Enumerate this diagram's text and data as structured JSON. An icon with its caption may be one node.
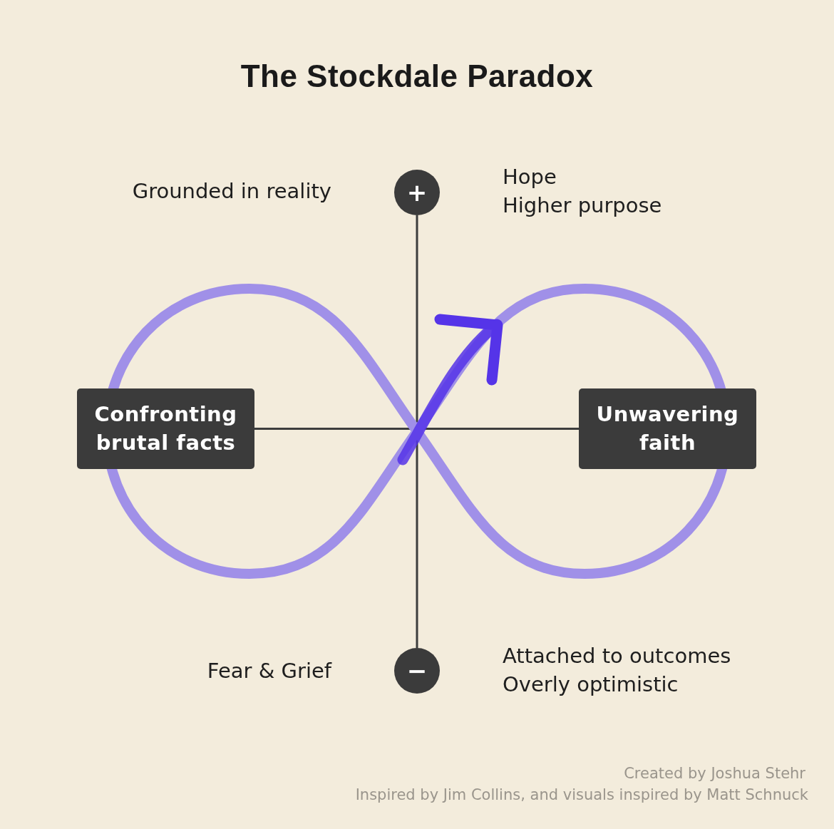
{
  "diagram": {
    "title": "The Stockdale Paradox",
    "nodes": [
      {
        "text": [
          "+"
        ]
      },
      {
        "text": [
          "Confronting brutal facts"
        ]
      },
      {
        "text": [
          "Unwavering faith"
        ]
      },
      {
        "text": [
          "−"
        ]
      }
    ],
    "edges": [
      {
        "from": 0,
        "to": 3,
        "arrow": "none"
      },
      {
        "from": 1,
        "to": 2,
        "arrow": "none"
      }
    ],
    "labels": [
      "Grounded in reality",
      "Hope",
      "Higher purpose",
      "Fear & Grief",
      "Attached to outcomes",
      "Overly optimistic",
      "Created by Joshua Stehr",
      "Inspired by Jim Collins, and visuals inspired by Matt Schnuck"
    ]
  }
}
